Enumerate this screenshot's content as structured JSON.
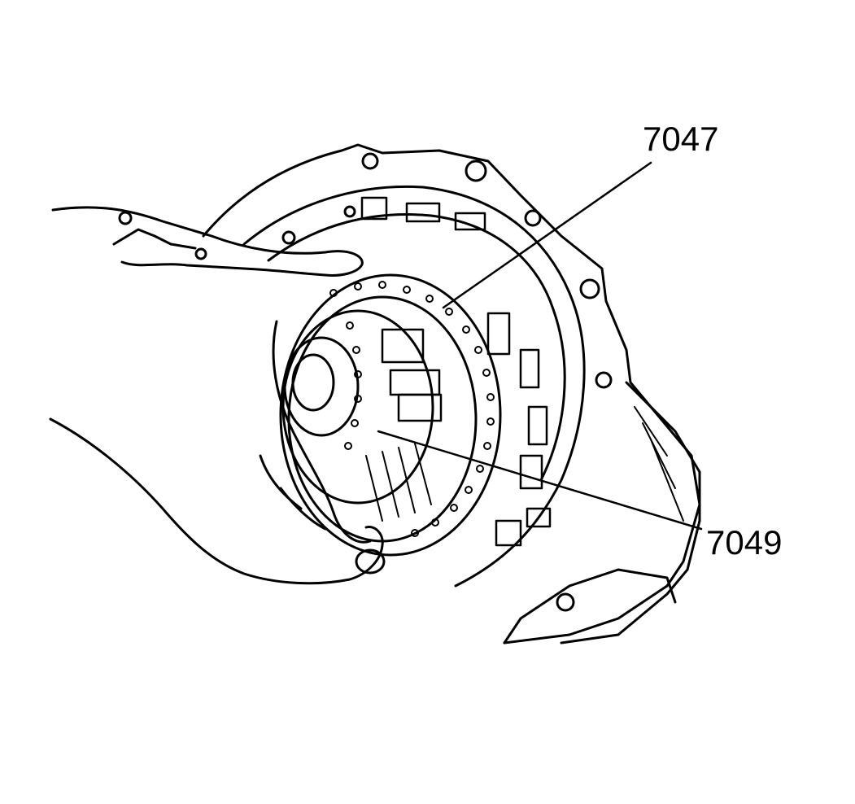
{
  "callouts": [
    {
      "id": "7047",
      "label": "7047"
    },
    {
      "id": "7049",
      "label": "7049"
    }
  ],
  "colors": {
    "ink": "#000000",
    "paper": "#ffffff"
  }
}
